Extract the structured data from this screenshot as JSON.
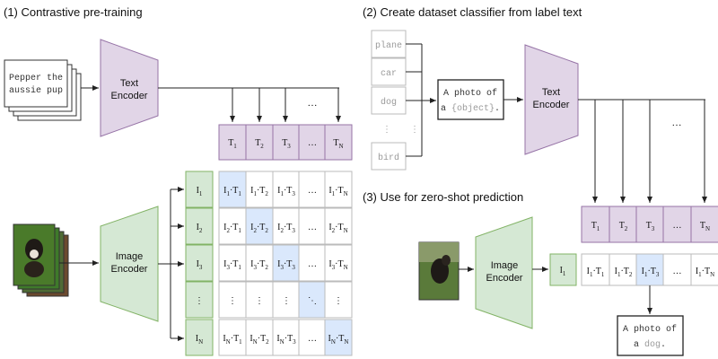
{
  "sections": {
    "s1": "(1) Contrastive pre-training",
    "s2": "(2) Create dataset classifier from label text",
    "s3": "(3) Use for zero-shot prediction"
  },
  "encoders": {
    "text_l1": "Text",
    "text_l2": "Encoder",
    "image_l1": "Image",
    "image_l2": "Encoder"
  },
  "caption": {
    "line1": "Pepper the",
    "line2": "aussie pup"
  },
  "labels": [
    "plane",
    "car",
    "dog",
    "⋮",
    "bird"
  ],
  "template": {
    "line1": "A photo of",
    "prefix": "a ",
    "placeholder": "{object}",
    "suffix": "."
  },
  "prediction": {
    "line1": "A photo of",
    "prefix": "a ",
    "word": "dog",
    "suffix": "."
  },
  "ellipsis": "…",
  "vdots": "⋮",
  "ddots": "⋱",
  "T_sym": "T",
  "I_sym": "I",
  "dot": "·",
  "row_subs": [
    "1",
    "2",
    "3",
    "⋮",
    "N"
  ],
  "col_subs": [
    "1",
    "2",
    "3",
    "…",
    "N"
  ],
  "zs_col_subs": [
    "1",
    "2",
    "3",
    "…",
    "N"
  ],
  "zs_row_sub": "1",
  "colors": {
    "text_fill": "#e1d5e7",
    "text_stroke": "#9673a6",
    "image_fill": "#d5e8d4",
    "image_stroke": "#82b366",
    "highlight": "#dae8fc",
    "cell_border": "#bbbbbb",
    "photo_green": "#4a7a2a"
  }
}
